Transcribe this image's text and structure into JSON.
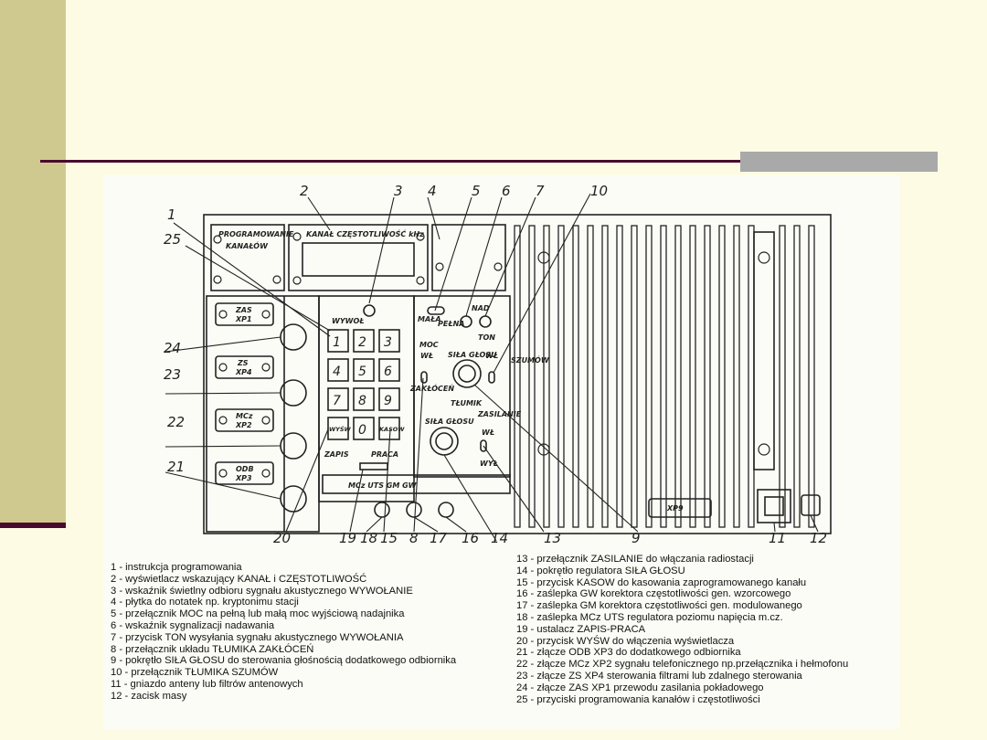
{
  "diagram": {
    "callouts": [
      "1",
      "2",
      "3",
      "4",
      "5",
      "6",
      "7",
      "10",
      "25",
      "24",
      "23",
      "22",
      "21",
      "20",
      "19",
      "18",
      "15",
      "8",
      "17",
      "16",
      "14",
      "13",
      "9",
      "11",
      "12"
    ],
    "panel_text": {
      "programowanie": "PROGRAMOWANIE",
      "kanalow": "KANAŁÓW",
      "kanal_czestotliwosc": "KANAŁ CZĘSTOTLIWOŚĆ kHz",
      "zas": "ZAS",
      "xp1": "XP1",
      "zs": "ZS",
      "xp4": "XP4",
      "mcz": "MCz",
      "xp2": "XP2",
      "odb": "ODB",
      "xp3": "XP3",
      "xp9": "XP9",
      "wywol": "WYWOŁ",
      "keys": [
        "1",
        "2",
        "3",
        "4",
        "5",
        "6",
        "7",
        "8",
        "9",
        "WYŚW",
        "0",
        "KASOW"
      ],
      "zapis": "ZAPIS",
      "praca": "PRACA",
      "bottom_strip": "MCz UTS GM GW",
      "mala": "MAŁA",
      "pelna": "PEŁNA",
      "moc": "MOC",
      "nad": "NAD",
      "ton": "TON",
      "wl": "WŁ",
      "zaklocen": "ZAKŁÓCEŃ",
      "szumow": "SZUMÓW",
      "sila_glosu": "SIŁA GŁOSU",
      "tlumik": "TŁUMIK",
      "zasilanie": "ZASILANIE",
      "wyl": "WYŁ"
    }
  },
  "legend_left": [
    "1 - instrukcja programowania",
    "2 - wyświetlacz wskazujący KANAŁ i CZĘSTOTLIWOŚĆ",
    "3 - wskaźnik świetlny odbioru sygnału akustycznego WYWOŁANIE",
    "4 - płytka do notatek np. kryptonimu stacji",
    "5 - przełącznik MOC na pełną lub małą moc wyjściową nadajnika",
    "6 - wskaźnik sygnalizacji nadawania",
    "7 - przycisk TON wysyłania sygnału akustycznego WYWOŁANIA",
    "8 - przełącznik układu TŁUMIKA ZAKŁÓCEŃ",
    "9 - pokrętło SIŁA GŁOSU do sterowania głośnością dodatkowego odbiornika",
    "10 - przełącznik TŁUMIKA SZUMÓW",
    "11 - gniazdo anteny lub filtrów antenowych",
    "12 - zacisk masy"
  ],
  "legend_right": [
    "13 - przełącznik ZASILANIE do włączania radiostacji",
    "14 - pokrętło regulatora SIŁA GŁOSU",
    "15 - przycisk KASOW do kasowania zaprogramowanego kanału",
    "16 - zaślepka GW korektora częstotliwości gen. wzorcowego",
    "17 - zaślepka GM korektora częstotliwości gen. modulowanego",
    "18 - zaślepka MCz UTS regulatora poziomu napięcia m.cz.",
    "19 - ustalacz ZAPIS-PRACA",
    "20 - przycisk WYŚW do włączenia wyświetlacza",
    "21 - złącze ODB XP3 do dodatkowego odbiornika",
    "22 - złącze MCz XP2 sygnału telefonicznego np.przełącznika i hełmofonu",
    "23 - złącze ZS XP4 sterowania filtrami lub zdalnego sterowania",
    "24 - złącze ZAS XP1 przewodu zasilania pokładowego",
    "25 - przyciski programowania kanałów i częstotliwości"
  ],
  "colors": {
    "sidebar": "#cfc98f",
    "rule": "#4a0a2e",
    "accent": "#a9a9a9",
    "background": "#fdfbe3"
  }
}
